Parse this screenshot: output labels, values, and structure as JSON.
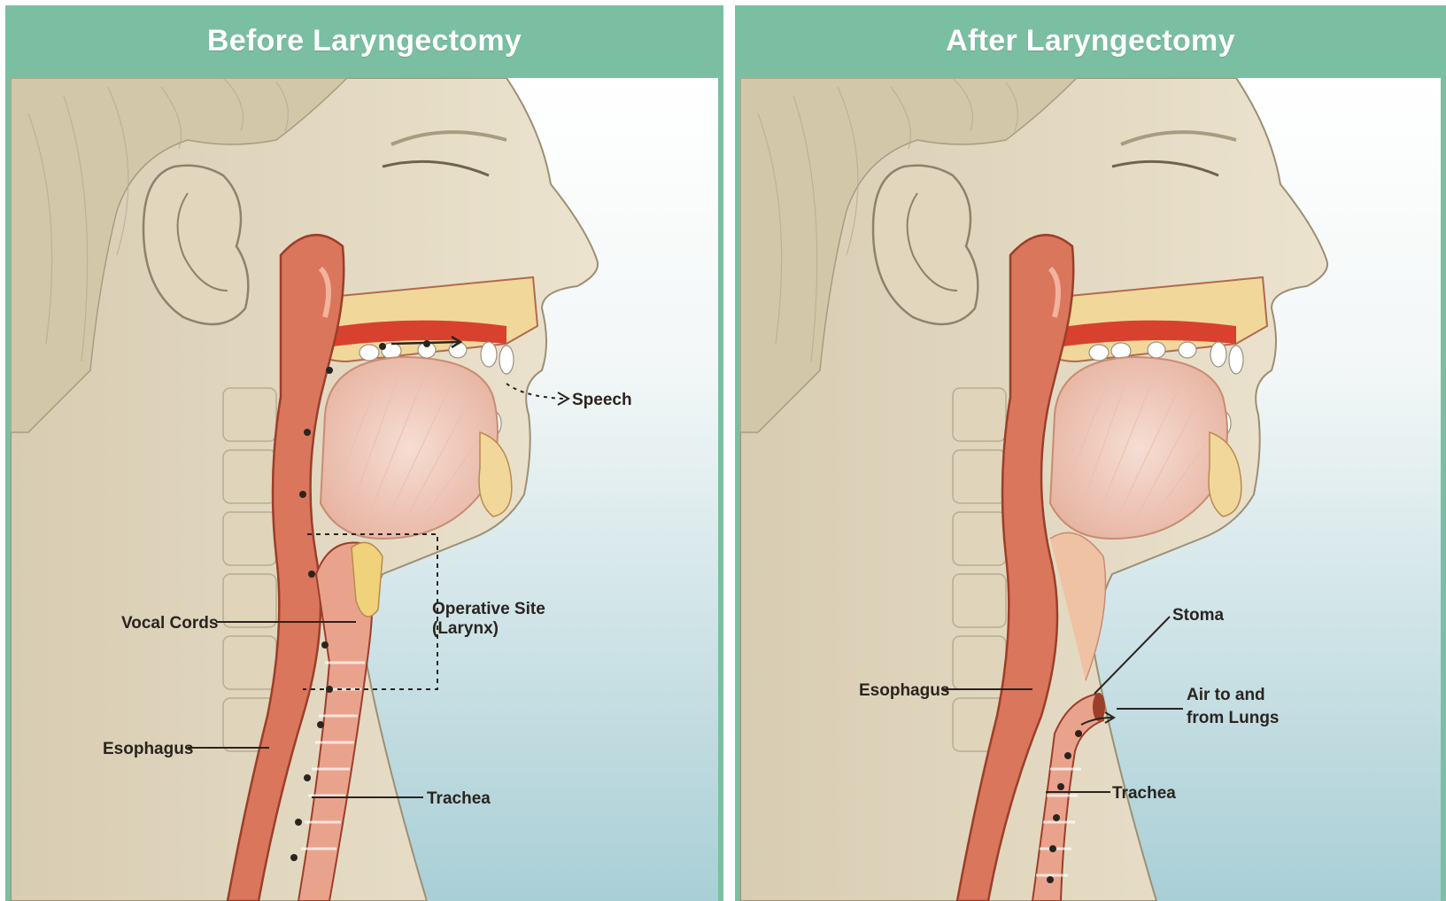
{
  "panels": [
    {
      "title": "Before Laryngectomy",
      "labels": {
        "speech": "Speech",
        "operative_site_line1": "Operative Site",
        "operative_site_line2": "(Larynx)",
        "vocal_cords": "Vocal Cords",
        "esophagus": "Esophagus",
        "trachea": "Trachea"
      }
    },
    {
      "title": "After Laryngectomy",
      "labels": {
        "stoma": "Stoma",
        "esophagus": "Esophagus",
        "air_line1": "Air to and",
        "air_line2": "from Lungs",
        "trachea": "Trachea"
      }
    }
  ],
  "colors": {
    "header": "#7bbfa3",
    "skin": "#e6dcc4",
    "tissue": "#d9765c",
    "airway": "#e9a38c",
    "background_top": "#ffffff",
    "background_bottom": "#a9cfd6"
  }
}
